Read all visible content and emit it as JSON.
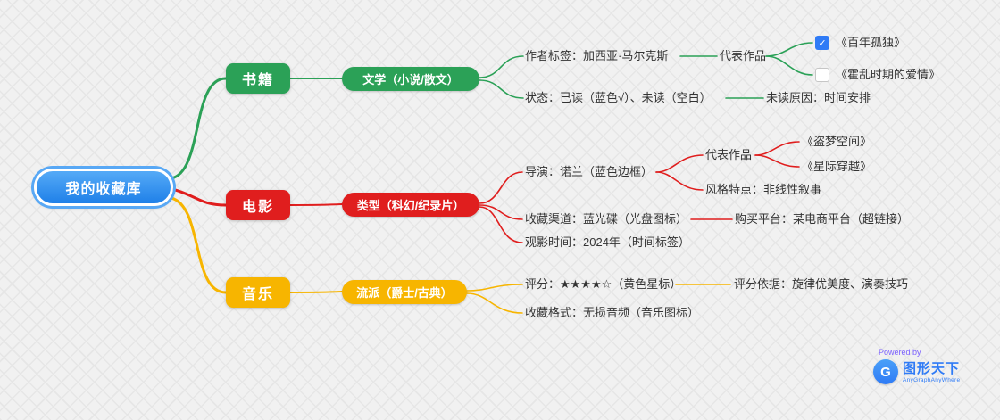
{
  "root": {
    "label": "我的收藏库"
  },
  "colors": {
    "root_blue": "#2F8FE8",
    "books_green": "#2BA157",
    "movies_red": "#E01E1E",
    "music_yellow": "#F7B500",
    "checkbox_blue": "#2F7BF6",
    "brand_blue": "#2F7BF6",
    "powered_by_purple": "#7B61FF"
  },
  "branches": {
    "books": {
      "label": "书籍",
      "topic": "文学（小说/散文）",
      "author": "作者标签：加西亚·马尔克斯",
      "works_label": "代表作品",
      "work1": "《百年孤独》",
      "work2": "《霍乱时期的爱情》",
      "status": "状态：已读（蓝色√）、未读（空白）",
      "unread_reason": "未读原因：时间安排"
    },
    "movies": {
      "label": "电影",
      "topic": "类型（科幻/纪录片）",
      "director": "导演：诺兰（蓝色边框）",
      "works_label": "代表作品",
      "work1": "《盗梦空间》",
      "work2": "《星际穿越》",
      "style": "风格特点：非线性叙事",
      "channel": "收藏渠道：蓝光碟（光盘图标）",
      "platform": "购买平台：某电商平台（超链接）",
      "watch_time": "观影时间：2024年（时间标签）"
    },
    "music": {
      "label": "音乐",
      "topic": "流派（爵士/古典）",
      "rating": "评分：★★★★☆（黄色星标）",
      "rating_basis": "评分依据：旋律优美度、演奏技巧",
      "format": "收藏格式：无损音频（音乐图标）"
    }
  },
  "watermark": {
    "powered_by": "Powered by",
    "logo_letter": "G",
    "brand": "图形天下",
    "slogan": "AnyGraphAnyWhere"
  }
}
